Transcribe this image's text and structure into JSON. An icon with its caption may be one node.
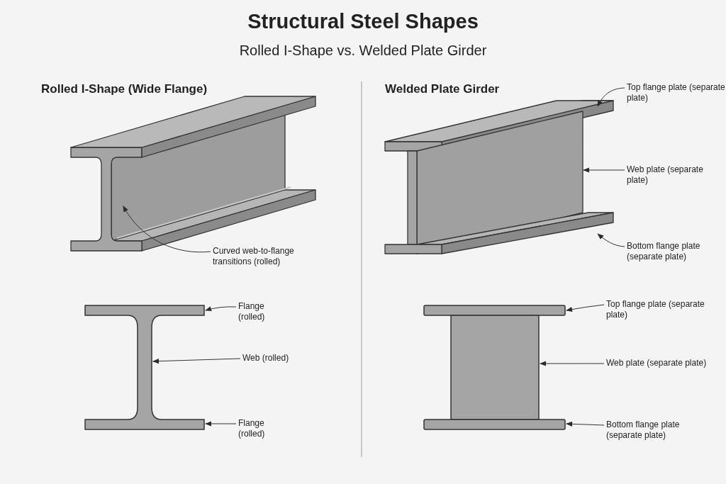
{
  "diagram": {
    "title": "Structural Steel Shapes",
    "nodes": [
      {
        "text": [
          "Curved web-to-flange transitions (rolled)"
        ]
      },
      {
        "text": [
          "Flange (rolled)"
        ]
      },
      {
        "text": [
          "Web (rolled)"
        ]
      },
      {
        "text": [
          "Flange (rolled)"
        ]
      },
      {
        "text": [
          "Top flange plate (separate plate)"
        ]
      },
      {
        "text": [],
        "shape": "box"
      },
      {
        "text": [
          "Web plate (separate plate)"
        ]
      },
      {
        "text": [],
        "shape": "box"
      },
      {
        "text": [
          "Bottom flange plate (separate plate)"
        ]
      },
      {
        "text": [],
        "shape": "box"
      },
      {
        "text": [
          "Top flange plate (separate plate)"
        ]
      },
      {
        "text": [],
        "shape": "box"
      },
      {
        "text": [
          "Web plate (separate plate)"
        ]
      },
      {
        "text": [],
        "shape": "box"
      },
      {
        "text": [
          "Bottom flange plate (separate plate)"
        ]
      },
      {
        "text": [],
        "shape": "box"
      },
      {
        "text": [],
        "shape": "picture"
      },
      {
        "text": [],
        "shape": "picture"
      }
    ],
    "edges": [
      {
        "from": 0,
        "to": 16,
        "arrow": "to"
      },
      {
        "from": 1,
        "to": 17,
        "arrow": "to"
      },
      {
        "from": 2,
        "to": 17,
        "arrow": "to"
      },
      {
        "from": 3,
        "to": 17,
        "arrow": "to"
      },
      {
        "from": 4,
        "to": 5,
        "arrow": "to"
      },
      {
        "from": 6,
        "to": 7,
        "arrow": "to"
      },
      {
        "from": 8,
        "to": 9,
        "arrow": "to"
      },
      {
        "from": 10,
        "to": 11,
        "arrow": "to"
      },
      {
        "from": 12,
        "to": 13,
        "arrow": "to"
      },
      {
        "from": 14,
        "to": 15,
        "arrow": "to"
      }
    ],
    "labels": [
      "Rolled I-Shape vs. Welded Plate Girder",
      "Rolled I-Shape (Wide Flange)",
      "Welded Plate Girder"
    ]
  }
}
